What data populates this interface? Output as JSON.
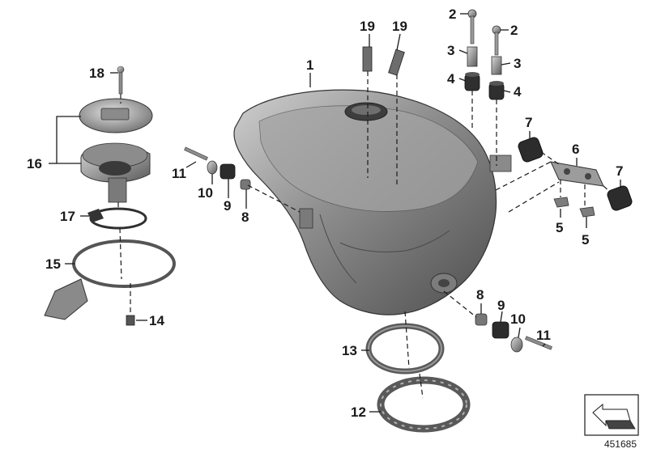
{
  "diagram": {
    "type": "exploded-parts-diagram",
    "id_label": "451685",
    "callouts": {
      "c1": "1",
      "c2a": "2",
      "c2b": "2",
      "c3a": "3",
      "c3b": "3",
      "c4a": "4",
      "c4b": "4",
      "c5a": "5",
      "c5b": "5",
      "c6": "6",
      "c7a": "7",
      "c7b": "7",
      "c8a": "8",
      "c8b": "8",
      "c9a": "9",
      "c9b": "9",
      "c10a": "10",
      "c10b": "10",
      "c11a": "11",
      "c11b": "11",
      "c12": "12",
      "c13": "13",
      "c14": "14",
      "c15": "15",
      "c16": "16",
      "c17": "17",
      "c18": "18",
      "c19a": "19",
      "c19b": "19"
    }
  },
  "colors": {
    "ink": "#1a1a1a",
    "metal_dark": "#555555",
    "metal_mid": "#8a8a8a",
    "metal_light": "#c9c9c9"
  }
}
